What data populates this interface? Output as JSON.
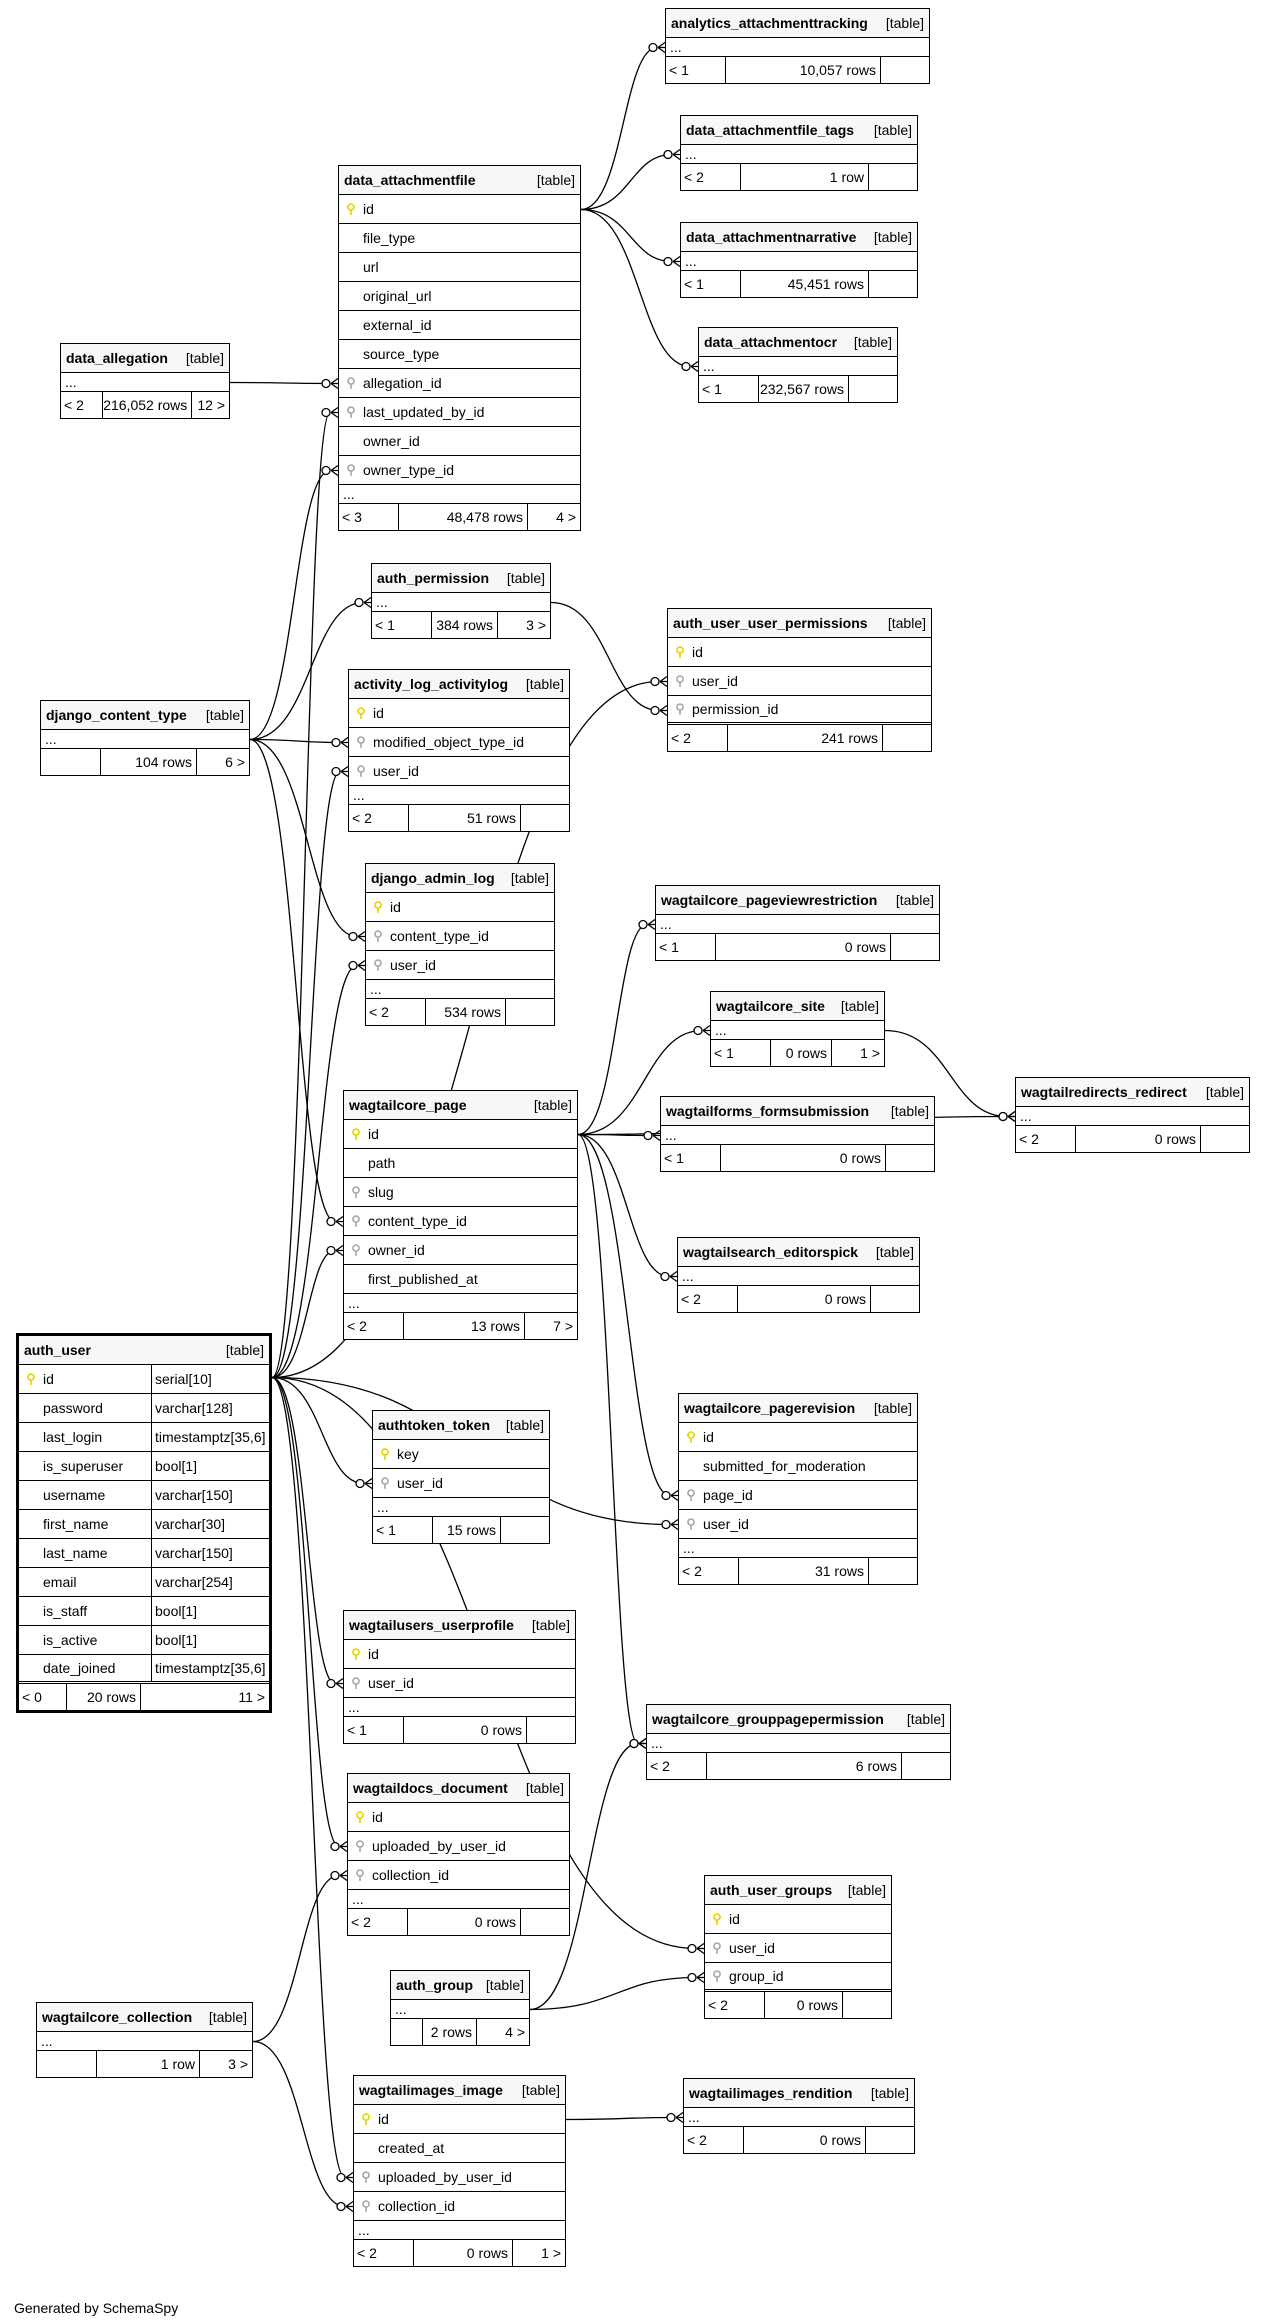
{
  "tables": [
    {
      "id": "analytics_attachmenttracking",
      "name": "analytics_attachmenttracking",
      "tag": "[table]",
      "rows_ellipsis": true,
      "parents": "< 1",
      "row_count": "10,057 rows",
      "children": ""
    },
    {
      "id": "data_attachmentfile_tags",
      "name": "data_attachmentfile_tags",
      "tag": "[table]",
      "rows_ellipsis": true,
      "parents": "< 2",
      "row_count": "1 row",
      "children": ""
    },
    {
      "id": "data_attachmentnarrative",
      "name": "data_attachmentnarrative",
      "tag": "[table]",
      "rows_ellipsis": true,
      "parents": "< 1",
      "row_count": "45,451 rows",
      "children": ""
    },
    {
      "id": "data_attachmentocr",
      "name": "data_attachmentocr",
      "tag": "[table]",
      "rows_ellipsis": true,
      "parents": "< 1",
      "row_count": "232,567 rows",
      "children": ""
    },
    {
      "id": "data_attachmentfile",
      "name": "data_attachmentfile",
      "tag": "[table]",
      "columns": [
        {
          "name": "id",
          "key": "pk"
        },
        {
          "name": "file_type",
          "key": ""
        },
        {
          "name": "url",
          "key": ""
        },
        {
          "name": "original_url",
          "key": ""
        },
        {
          "name": "external_id",
          "key": ""
        },
        {
          "name": "source_type",
          "key": ""
        },
        {
          "name": "allegation_id",
          "key": "fk"
        },
        {
          "name": "last_updated_by_id",
          "key": "fk"
        },
        {
          "name": "owner_id",
          "key": ""
        },
        {
          "name": "owner_type_id",
          "key": "fk"
        }
      ],
      "rows_ellipsis": true,
      "parents": "< 3",
      "row_count": "48,478 rows",
      "children": "4 >"
    },
    {
      "id": "data_allegation",
      "name": "data_allegation",
      "tag": "[table]",
      "rows_ellipsis": true,
      "parents": "< 2",
      "row_count": "216,052 rows",
      "children": "12 >"
    },
    {
      "id": "auth_permission",
      "name": "auth_permission",
      "tag": "[table]",
      "rows_ellipsis": true,
      "parents": "< 1",
      "row_count": "384 rows",
      "children": "3 >"
    },
    {
      "id": "auth_user_user_permissions",
      "name": "auth_user_user_permissions",
      "tag": "[table]",
      "columns": [
        {
          "name": "id",
          "key": "pk"
        },
        {
          "name": "user_id",
          "key": "fk"
        },
        {
          "name": "permission_id",
          "key": "fk"
        }
      ],
      "rows_ellipsis": false,
      "parents": "< 2",
      "row_count": "241 rows",
      "children": ""
    },
    {
      "id": "django_content_type",
      "name": "django_content_type",
      "tag": "[table]",
      "rows_ellipsis": true,
      "parents": "",
      "row_count": "104 rows",
      "children": "6 >"
    },
    {
      "id": "activity_log_activitylog",
      "name": "activity_log_activitylog",
      "tag": "[table]",
      "columns": [
        {
          "name": "id",
          "key": "pk"
        },
        {
          "name": "modified_object_type_id",
          "key": "fk"
        },
        {
          "name": "user_id",
          "key": "fk"
        }
      ],
      "rows_ellipsis": true,
      "parents": "< 2",
      "row_count": "51 rows",
      "children": ""
    },
    {
      "id": "django_admin_log",
      "name": "django_admin_log",
      "tag": "[table]",
      "columns": [
        {
          "name": "id",
          "key": "pk"
        },
        {
          "name": "content_type_id",
          "key": "fk"
        },
        {
          "name": "user_id",
          "key": "fk"
        }
      ],
      "rows_ellipsis": true,
      "parents": "< 2",
      "row_count": "534 rows",
      "children": ""
    },
    {
      "id": "wagtailcore_pageviewrestriction",
      "name": "wagtailcore_pageviewrestriction",
      "tag": "[table]",
      "rows_ellipsis": true,
      "parents": "< 1",
      "row_count": "0 rows",
      "children": ""
    },
    {
      "id": "wagtailcore_site",
      "name": "wagtailcore_site",
      "tag": "[table]",
      "rows_ellipsis": true,
      "parents": "< 1",
      "row_count": "0 rows",
      "children": "1 >"
    },
    {
      "id": "wagtailredirects_redirect",
      "name": "wagtailredirects_redirect",
      "tag": "[table]",
      "rows_ellipsis": true,
      "parents": "< 2",
      "row_count": "0 rows",
      "children": ""
    },
    {
      "id": "wagtailforms_formsubmission",
      "name": "wagtailforms_formsubmission",
      "tag": "[table]",
      "rows_ellipsis": true,
      "parents": "< 1",
      "row_count": "0 rows",
      "children": ""
    },
    {
      "id": "wagtailcore_page",
      "name": "wagtailcore_page",
      "tag": "[table]",
      "columns": [
        {
          "name": "id",
          "key": "pk"
        },
        {
          "name": "path",
          "key": ""
        },
        {
          "name": "slug",
          "key": "fk"
        },
        {
          "name": "content_type_id",
          "key": "fk"
        },
        {
          "name": "owner_id",
          "key": "fk"
        },
        {
          "name": "first_published_at",
          "key": ""
        }
      ],
      "rows_ellipsis": true,
      "parents": "< 2",
      "row_count": "13 rows",
      "children": "7 >"
    },
    {
      "id": "wagtailsearch_editorspick",
      "name": "wagtailsearch_editorspick",
      "tag": "[table]",
      "rows_ellipsis": true,
      "parents": "< 2",
      "row_count": "0 rows",
      "children": ""
    },
    {
      "id": "auth_user",
      "name": "auth_user",
      "tag": "[table]",
      "columns": [
        {
          "name": "id",
          "key": "pk",
          "type": "serial[10]"
        },
        {
          "name": "password",
          "key": "",
          "type": "varchar[128]"
        },
        {
          "name": "last_login",
          "key": "",
          "type": "timestamptz[35,6]"
        },
        {
          "name": "is_superuser",
          "key": "",
          "type": "bool[1]"
        },
        {
          "name": "username",
          "key": "",
          "type": "varchar[150]"
        },
        {
          "name": "first_name",
          "key": "",
          "type": "varchar[30]"
        },
        {
          "name": "last_name",
          "key": "",
          "type": "varchar[150]"
        },
        {
          "name": "email",
          "key": "",
          "type": "varchar[254]"
        },
        {
          "name": "is_staff",
          "key": "",
          "type": "bool[1]"
        },
        {
          "name": "is_active",
          "key": "",
          "type": "bool[1]"
        },
        {
          "name": "date_joined",
          "key": "",
          "type": "timestamptz[35,6]"
        }
      ],
      "rows_ellipsis": false,
      "parents": "< 0",
      "row_count": "20 rows",
      "children": "11 >"
    },
    {
      "id": "authtoken_token",
      "name": "authtoken_token",
      "tag": "[table]",
      "columns": [
        {
          "name": "key",
          "key": "pk"
        },
        {
          "name": "user_id",
          "key": "fk"
        }
      ],
      "rows_ellipsis": true,
      "parents": "< 1",
      "row_count": "15 rows",
      "children": ""
    },
    {
      "id": "wagtailcore_pagerevision",
      "name": "wagtailcore_pagerevision",
      "tag": "[table]",
      "columns": [
        {
          "name": "id",
          "key": "pk"
        },
        {
          "name": "submitted_for_moderation",
          "key": ""
        },
        {
          "name": "page_id",
          "key": "fk"
        },
        {
          "name": "user_id",
          "key": "fk"
        }
      ],
      "rows_ellipsis": true,
      "parents": "< 2",
      "row_count": "31 rows",
      "children": ""
    },
    {
      "id": "wagtailusers_userprofile",
      "name": "wagtailusers_userprofile",
      "tag": "[table]",
      "columns": [
        {
          "name": "id",
          "key": "pk"
        },
        {
          "name": "user_id",
          "key": "fk"
        }
      ],
      "rows_ellipsis": true,
      "parents": "< 1",
      "row_count": "0 rows",
      "children": ""
    },
    {
      "id": "wagtailcore_grouppagepermission",
      "name": "wagtailcore_grouppagepermission",
      "tag": "[table]",
      "rows_ellipsis": true,
      "parents": "< 2",
      "row_count": "6 rows",
      "children": ""
    },
    {
      "id": "wagtaildocs_document",
      "name": "wagtaildocs_document",
      "tag": "[table]",
      "columns": [
        {
          "name": "id",
          "key": "pk"
        },
        {
          "name": "uploaded_by_user_id",
          "key": "fk"
        },
        {
          "name": "collection_id",
          "key": "fk"
        }
      ],
      "rows_ellipsis": true,
      "parents": "< 2",
      "row_count": "0 rows",
      "children": ""
    },
    {
      "id": "auth_user_groups",
      "name": "auth_user_groups",
      "tag": "[table]",
      "columns": [
        {
          "name": "id",
          "key": "pk"
        },
        {
          "name": "user_id",
          "key": "fk"
        },
        {
          "name": "group_id",
          "key": "fk"
        }
      ],
      "rows_ellipsis": false,
      "parents": "< 2",
      "row_count": "0 rows",
      "children": ""
    },
    {
      "id": "auth_group",
      "name": "auth_group",
      "tag": "[table]",
      "rows_ellipsis": true,
      "parents": "",
      "row_count": "2 rows",
      "children": "4 >"
    },
    {
      "id": "wagtailcore_collection",
      "name": "wagtailcore_collection",
      "tag": "[table]",
      "rows_ellipsis": true,
      "parents": "",
      "row_count": "1 row",
      "children": "3 >"
    },
    {
      "id": "wagtailimages_image",
      "name": "wagtailimages_image",
      "tag": "[table]",
      "columns": [
        {
          "name": "id",
          "key": "pk"
        },
        {
          "name": "created_at",
          "key": ""
        },
        {
          "name": "uploaded_by_user_id",
          "key": "fk"
        },
        {
          "name": "collection_id",
          "key": "fk"
        }
      ],
      "rows_ellipsis": true,
      "parents": "< 2",
      "row_count": "0 rows",
      "children": "1 >"
    },
    {
      "id": "wagtailimages_rendition",
      "name": "wagtailimages_rendition",
      "tag": "[table]",
      "rows_ellipsis": true,
      "parents": "< 2",
      "row_count": "0 rows",
      "children": ""
    }
  ],
  "relationships": [
    {
      "from": "data_attachmentfile",
      "to": "analytics_attachmenttracking"
    },
    {
      "from": "data_attachmentfile",
      "to": "data_attachmentfile_tags"
    },
    {
      "from": "data_attachmentfile",
      "to": "data_attachmentnarrative"
    },
    {
      "from": "data_attachmentfile",
      "to": "data_attachmentocr"
    },
    {
      "from": "data_allegation",
      "to": "data_attachmentfile",
      "column": "allegation_id"
    },
    {
      "from": "auth_user",
      "to": "data_attachmentfile",
      "column": "last_updated_by_id"
    },
    {
      "from": "django_content_type",
      "to": "data_attachmentfile",
      "column": "owner_type_id"
    },
    {
      "from": "django_content_type",
      "to": "auth_permission"
    },
    {
      "from": "auth_permission",
      "to": "auth_user_user_permissions",
      "column": "permission_id"
    },
    {
      "from": "auth_user",
      "to": "auth_user_user_permissions",
      "column": "user_id"
    },
    {
      "from": "django_content_type",
      "to": "activity_log_activitylog",
      "column": "modified_object_type_id"
    },
    {
      "from": "auth_user",
      "to": "activity_log_activitylog",
      "column": "user_id"
    },
    {
      "from": "django_content_type",
      "to": "django_admin_log",
      "column": "content_type_id"
    },
    {
      "from": "auth_user",
      "to": "django_admin_log",
      "column": "user_id"
    },
    {
      "from": "wagtailcore_page",
      "to": "wagtailcore_pageviewrestriction"
    },
    {
      "from": "wagtailcore_page",
      "to": "wagtailcore_site"
    },
    {
      "from": "wagtailcore_site",
      "to": "wagtailredirects_redirect"
    },
    {
      "from": "wagtailcore_page",
      "to": "wagtailredirects_redirect"
    },
    {
      "from": "wagtailcore_page",
      "to": "wagtailforms_formsubmission"
    },
    {
      "from": "wagtailcore_page",
      "to": "wagtailsearch_editorspick"
    },
    {
      "from": "wagtailcore_page",
      "to": "wagtailcore_pagerevision",
      "column": "page_id"
    },
    {
      "from": "wagtailcore_page",
      "to": "wagtailcore_grouppagepermission"
    },
    {
      "from": "django_content_type",
      "to": "wagtailcore_page",
      "column": "content_type_id"
    },
    {
      "from": "auth_user",
      "to": "wagtailcore_page",
      "column": "owner_id"
    },
    {
      "from": "auth_user",
      "to": "authtoken_token",
      "column": "user_id"
    },
    {
      "from": "auth_user",
      "to": "wagtailcore_pagerevision",
      "column": "user_id"
    },
    {
      "from": "auth_user",
      "to": "wagtailusers_userprofile",
      "column": "user_id"
    },
    {
      "from": "auth_user",
      "to": "wagtaildocs_document",
      "column": "uploaded_by_user_id"
    },
    {
      "from": "auth_user",
      "to": "auth_user_groups",
      "column": "user_id"
    },
    {
      "from": "auth_user",
      "to": "wagtailimages_image",
      "column": "uploaded_by_user_id"
    },
    {
      "from": "auth_group",
      "to": "auth_user_groups",
      "column": "group_id"
    },
    {
      "from": "auth_group",
      "to": "wagtailcore_grouppagepermission"
    },
    {
      "from": "wagtailcore_collection",
      "to": "wagtaildocs_document",
      "column": "collection_id"
    },
    {
      "from": "wagtailcore_collection",
      "to": "wagtailimages_image",
      "column": "collection_id"
    },
    {
      "from": "wagtailimages_image",
      "to": "wagtailimages_rendition"
    }
  ],
  "footer": {
    "generated": "Generated by SchemaSpy"
  }
}
